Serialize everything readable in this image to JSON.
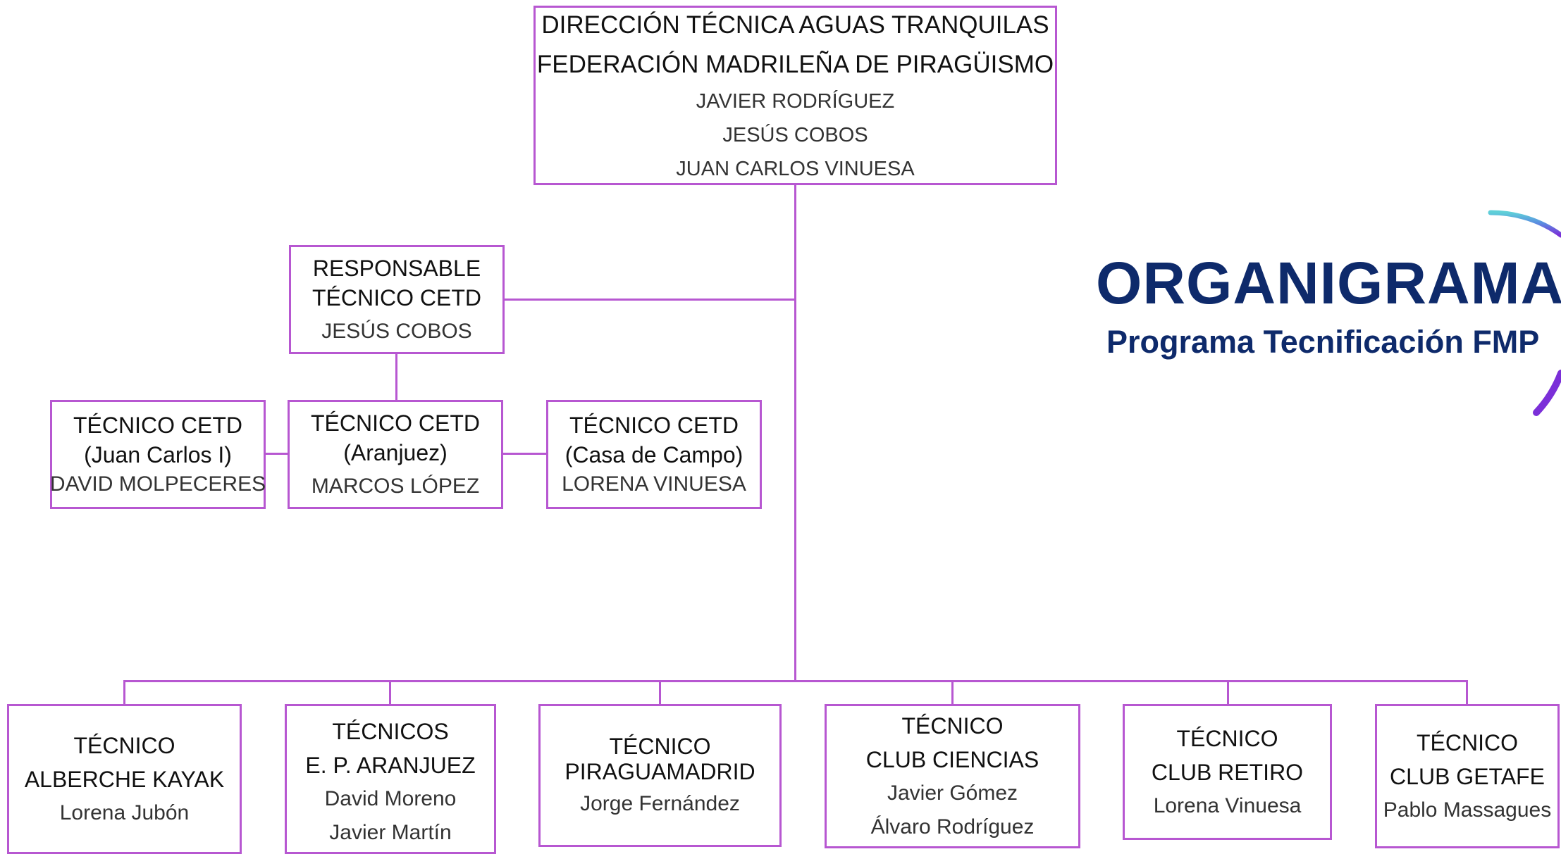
{
  "title": {
    "main": "ORGANIGRAMA",
    "sub": "Programa Tecnificación FMP"
  },
  "direction": {
    "line1": "DIRECCIÓN TÉCNICA AGUAS TRANQUILAS",
    "line2": "FEDERACIÓN MADRILEÑA DE PIRAGÜISMO",
    "members": [
      "JAVIER RODRÍGUEZ",
      "JESÚS COBOS",
      "JUAN CARLOS VINUESA"
    ]
  },
  "responsable": {
    "line1": "RESPONSABLE",
    "line2": "TÉCNICO CETD",
    "name": "JESÚS COBOS"
  },
  "cetd": [
    {
      "role": "TÉCNICO CETD",
      "place": "(Juan Carlos I)",
      "name": "DAVID MOLPECERES"
    },
    {
      "role": "TÉCNICO CETD",
      "place": "(Aranjuez)",
      "name": "MARCOS LÓPEZ"
    },
    {
      "role": "TÉCNICO CETD",
      "place": "(Casa de Campo)",
      "name": "LORENA VINUESA"
    }
  ],
  "clubs": [
    {
      "role": "TÉCNICO",
      "club": "ALBERCHE KAYAK",
      "names": [
        "Lorena Jubón"
      ]
    },
    {
      "role": "TÉCNICOS",
      "club": "E. P. ARANJUEZ",
      "names": [
        "David Moreno",
        "Javier Martín"
      ]
    },
    {
      "role": "TÉCNICO",
      "club": "PIRAGUAMADRID",
      "names": [
        "Jorge Fernández"
      ]
    },
    {
      "role": "TÉCNICO",
      "club": "CLUB CIENCIAS",
      "names": [
        "Javier Gómez",
        "Álvaro Rodríguez"
      ]
    },
    {
      "role": "TÉCNICO",
      "club": "CLUB RETIRO",
      "names": [
        "Lorena Vinuesa"
      ]
    },
    {
      "role": "TÉCNICO",
      "club": "CLUB GETAFE",
      "names": [
        "Pablo Massagues"
      ]
    }
  ],
  "colors": {
    "border": "#b757d1",
    "title": "#0e2a6b",
    "arc_start": "#5fd0d8",
    "arc_end": "#7b2fd8"
  }
}
